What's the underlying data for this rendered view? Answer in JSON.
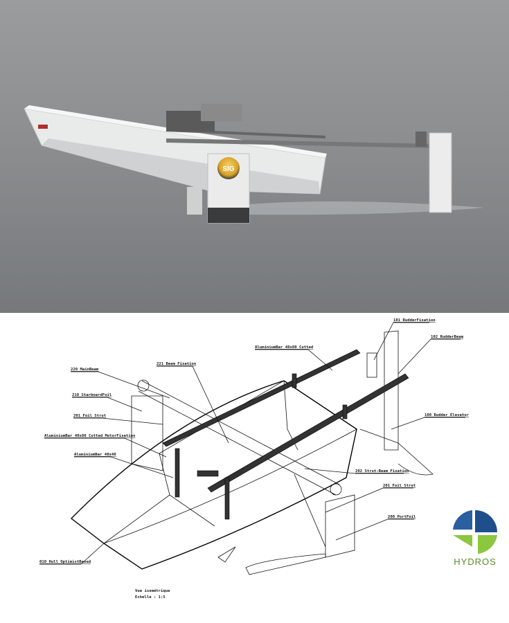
{
  "photo": {
    "subject": "boat-on-water",
    "logo_text": "SIG",
    "colors": {
      "water": "#8a8c8d",
      "hull": "#eceded",
      "logo_gold": "#d9a227"
    }
  },
  "drawing": {
    "labels": {
      "main_beam": "220_MainBeam",
      "beam_fixation": "221_Beam Fixation",
      "starboard_foil": "210_StarboardFoil",
      "foil_strut_left": "201_Foil Strut",
      "motor_fixation": "AluminiumBar_40x80_Cutted_MotorFixation",
      "bar_40x40": "AluminiumBar_40x40",
      "bar_40x80_cutted": "AluminiumBar_40x80_Cutted",
      "rudder_fixation": "101_RudderFixation",
      "rudder_beam": "102_RudderBeam",
      "rudder_elevator": "100_Rudder_Elevator",
      "strut_beam_fixation": "202_Strut-Beam Fixation",
      "foil_strut_right": "201_Foil Strut",
      "port_foil": "200_PortFoil",
      "hull": "010_Hull_OptimistBased"
    },
    "caption": {
      "view": "Vue isométrique",
      "scale": "Echelle :  1:5"
    }
  },
  "logo": {
    "text": "HYDROS",
    "colors": {
      "blue": "#1f4e8c",
      "green": "#8dc63f"
    }
  }
}
